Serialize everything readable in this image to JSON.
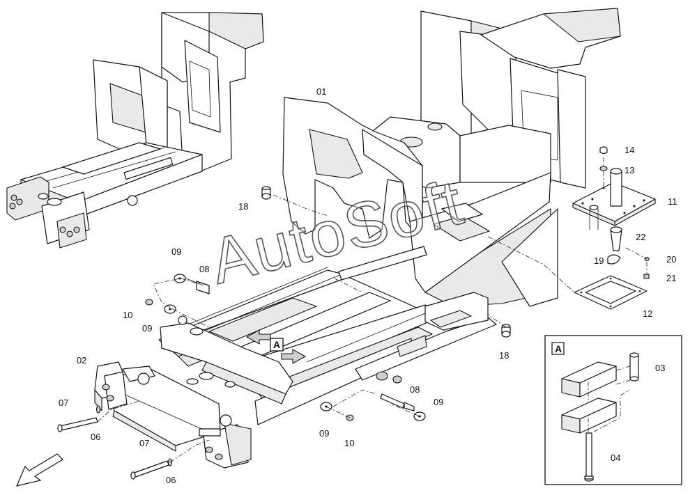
{
  "callouts": {
    "c01": "01",
    "c02": "02",
    "c03": "03",
    "c04": "04",
    "c06a": "06",
    "c06b": "06",
    "c07a": "07",
    "c07b": "07",
    "c08a": "08",
    "c08b": "08",
    "c09a": "09",
    "c09b": "09",
    "c09c": "09",
    "c09d": "09",
    "c10a": "10",
    "c10b": "10",
    "c11": "11",
    "c12": "12",
    "c13": "13",
    "c14": "14",
    "c18a": "18",
    "c18b": "18",
    "c19": "19",
    "c20": "20",
    "c21": "21",
    "c22": "22"
  },
  "detail_marker": "A",
  "detail_box_label": "A",
  "watermark": "AutoSoft"
}
